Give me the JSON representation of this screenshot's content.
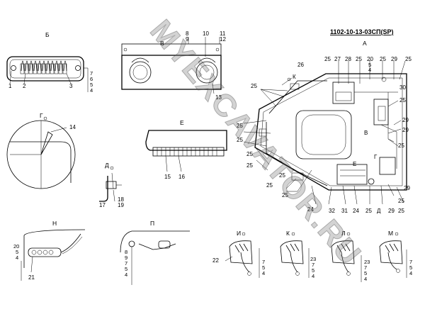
{
  "drawing": {
    "title": "1102-10-13-03СП(SP)",
    "watermark": "MYEXCAVATOR.RU"
  },
  "views": {
    "A": "А",
    "B": "Б",
    "V": "В",
    "V2": "В",
    "G": "Г",
    "G2": "Г",
    "D": "Д",
    "D2": "Д",
    "E": "Е",
    "E2": "Е",
    "N": "Н",
    "P": "П",
    "I": "И",
    "K": "К",
    "K2": "К",
    "L": "Л",
    "M": "М"
  },
  "labels": {
    "b_1": "1",
    "b_2": "2",
    "b_3": "3",
    "b_7": "7",
    "b_6": "6",
    "b_5": "5",
    "b_4": "4",
    "v_8": "8",
    "v_9": "9",
    "v_10": "10",
    "v_11": "11",
    "v_12": "12",
    "v_13": "13",
    "g_14": "14",
    "e_15": "15",
    "e_16": "16",
    "d_17": "17",
    "d_18": "18",
    "d_19": "19",
    "n_20": "20",
    "n_5": "5",
    "n_4": "4",
    "n_21": "21",
    "p_8": "8",
    "p_9": "9",
    "p_7": "7",
    "p_5": "5",
    "p_4": "4",
    "i_22": "22",
    "i_7": "7",
    "i_5": "5",
    "i_4": "4",
    "k_23": "23",
    "k_7": "7",
    "k_5": "5",
    "k_4": "4",
    "l_23": "23",
    "l_7": "7",
    "l_5": "5",
    "l_4": "4",
    "m_7": "7",
    "m_5": "5",
    "m_4": "4",
    "a_26": "26",
    "a_25a": "25",
    "a_27": "27",
    "a_28": "28",
    "a_25b": "25",
    "a_20": "20",
    "a_5": "5",
    "a_4": "4",
    "a_25c": "25",
    "a_29a": "29",
    "a_25d": "25",
    "a_25e": "25",
    "a_30": "30",
    "a_25f": "25",
    "a_25g": "25",
    "a_25h": "25",
    "a_29b": "29",
    "a_29c": "29",
    "a_25i": "25",
    "a_25j": "25",
    "a_25k": "25",
    "a_29d": "29",
    "a_25l": "25",
    "a_25m": "25",
    "a_25n": "25",
    "a_24a": "24",
    "a_32": "32",
    "a_31": "31",
    "a_24b": "24",
    "a_25o": "25",
    "a_29e": "29",
    "a_25p": "25",
    "a_25q": "25"
  }
}
